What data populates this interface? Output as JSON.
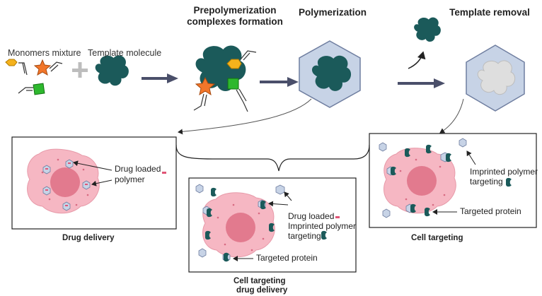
{
  "top": {
    "monomers_label": "Monomers mixture",
    "template_label": "Template molecule",
    "step1_title": "Prepolymerization complexes formation",
    "step2_title": "Polymerization",
    "step3_title": "Template removal"
  },
  "panels": {
    "drug_delivery": {
      "label_line1": "Drug loaded",
      "label_line2": "polymer",
      "caption": "Drug delivery"
    },
    "cell_targeting_drug_delivery": {
      "drug_loaded": "Drug loaded",
      "imprinted_line1": "Imprinted polymer",
      "imprinted_line2": "targeting",
      "targeted_protein": "Targeted protein",
      "caption_line1": "Cell targeting",
      "caption_line2": "drug delivery"
    },
    "cell_targeting": {
      "imprinted_line1": "Imprinted polymer",
      "imprinted_line2": "targeting",
      "targeted_protein": "Targeted protein",
      "caption": "Cell targeting"
    }
  },
  "colors": {
    "template_teal": "#1b5a5a",
    "hexagon_fill": "#c7d3e6",
    "cell_pink": "#f6b7c3",
    "nucleus": "#e27a8e",
    "arrow_slate": "#4a4f6a",
    "monomer_orange": "#f2762a",
    "monomer_yellow": "#f5b21c",
    "monomer_green": "#2eb82e"
  }
}
